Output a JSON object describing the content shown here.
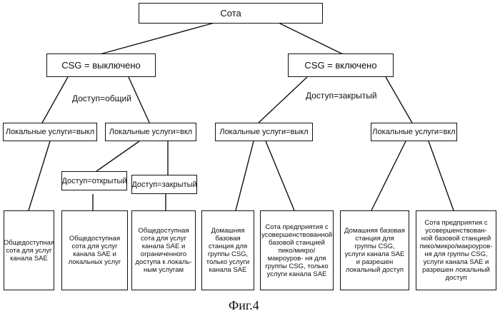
{
  "diagram": {
    "root": "Сота",
    "csg_off": "CSG = выключено",
    "csg_on": "CSG = включено",
    "access_common": "Доступ=общий",
    "access_closed_top": "Доступ=закрытый",
    "local_off_left": "Локальные услуги=выкл",
    "local_on_left": "Локальные услуги=вкл",
    "local_off_right": "Локальные услуги=выкл",
    "local_on_right": "Локальные услуги=вкл",
    "access_open": "Доступ=открытый",
    "access_closed_mid": "Доступ=закрытый",
    "leaf1": "Общедоступная сота для услуг канала SAE",
    "leaf2": "Общедоступная сота для услуг канала SAE и локальных услуг",
    "leaf3": "Общедоступная сота для услуг канала SAE и ограниченного доступа к локаль- ным услугам",
    "leaf4": "Домашняя базовая станция для группы CSG, только услуги канала SAE",
    "leaf5": "Сота предприятия с усовершенствованной базовой станцией пико/микро/макроуров- ня для группы CSG, только услуги канала SAE",
    "leaf6": "Домашняя базовая станция для группы CSG, услуги канала SAE и разрешен локальный доступ",
    "leaf7": "Сота предприятия с усовершенствован- ной базовой станцией пико/микро/макроуров- ня для группы CSG, услуги канала SAE и разрешен локальный доступ",
    "caption": "Фиг.4"
  }
}
